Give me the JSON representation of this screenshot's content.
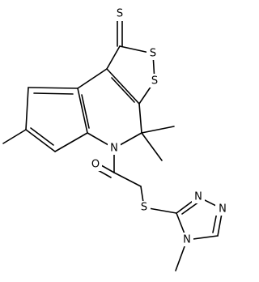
{
  "molecule": {
    "atoms": {
      "thione_s": "S",
      "dithiole_s1": "S",
      "dithiole_s2": "S",
      "ring_n": "N",
      "carbonyl_o": "O",
      "thioether_s": "S",
      "triazole_n1": "N",
      "triazole_n2": "N",
      "triazole_n4": "N"
    }
  }
}
